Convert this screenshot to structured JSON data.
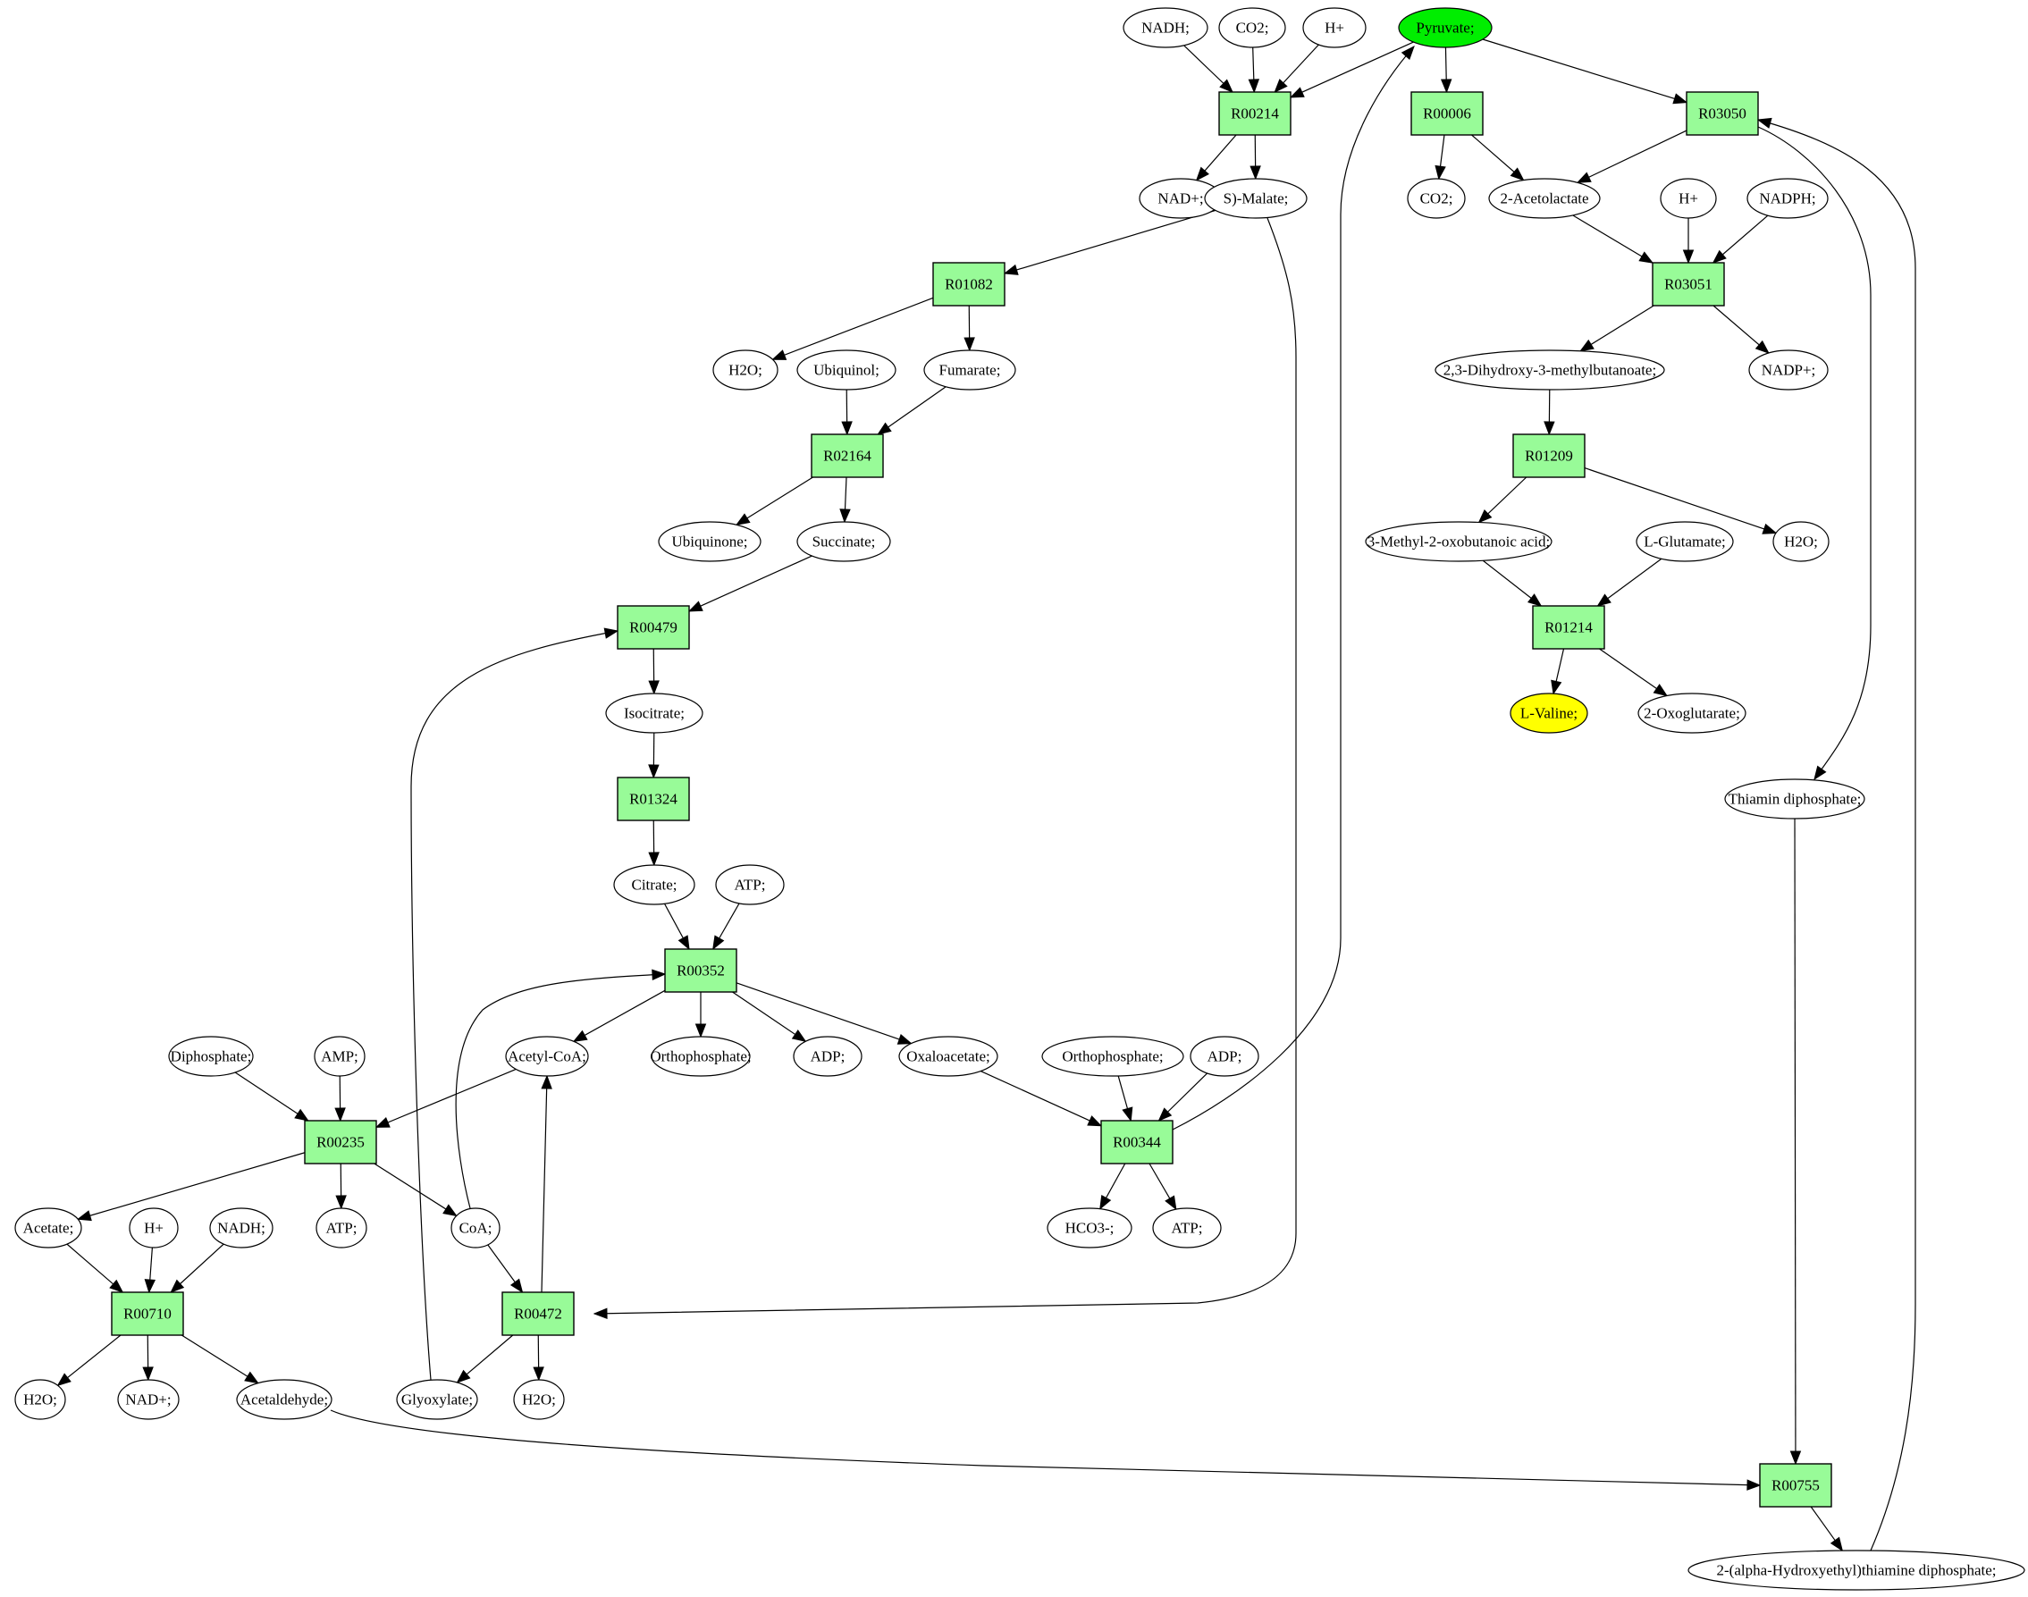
{
  "diagram": {
    "type": "metabolic-pathway-graph",
    "colors": {
      "reaction_fill": "#98fb98",
      "compound_fill": "#ffffff",
      "start_compound_fill": "#00ee00",
      "target_compound_fill": "#ffff00",
      "stroke": "#000000"
    },
    "start_compound": "Pyruvate;",
    "target_compound": "L-Valine;",
    "compounds": [
      {
        "id": "c_nadh1",
        "label": "NADH;"
      },
      {
        "id": "c_co2a",
        "label": "CO2;"
      },
      {
        "id": "c_hp1",
        "label": "H+"
      },
      {
        "id": "c_pyruvate",
        "label": "Pyruvate;",
        "role": "start"
      },
      {
        "id": "c_nadp1",
        "label": "NAD+;"
      },
      {
        "id": "c_malate",
        "label": "S)-Malate;"
      },
      {
        "id": "c_co2b",
        "label": "CO2;"
      },
      {
        "id": "c_acetolactate",
        "label": "2-Acetolactate"
      },
      {
        "id": "c_hp2",
        "label": "H+"
      },
      {
        "id": "c_nadph",
        "label": "NADPH;"
      },
      {
        "id": "c_h2o1",
        "label": "H2O;"
      },
      {
        "id": "c_ubiquinol",
        "label": "Ubiquinol;"
      },
      {
        "id": "c_fumarate",
        "label": "Fumarate;"
      },
      {
        "id": "c_dihydroxy",
        "label": "2,3-Dihydroxy-3-methylbutanoate;"
      },
      {
        "id": "c_nadpplus",
        "label": "NADP+;"
      },
      {
        "id": "c_ubiquinone",
        "label": "Ubiquinone;"
      },
      {
        "id": "c_succinate",
        "label": "Succinate;"
      },
      {
        "id": "c_methyloxo",
        "label": "3-Methyl-2-oxobutanoic acid;"
      },
      {
        "id": "c_glutamate",
        "label": "L-Glutamate;"
      },
      {
        "id": "c_h2o2",
        "label": "H2O;"
      },
      {
        "id": "c_isocitrate",
        "label": "Isocitrate;"
      },
      {
        "id": "c_valine",
        "label": "L-Valine;",
        "role": "target"
      },
      {
        "id": "c_oxoglutarate",
        "label": "2-Oxoglutarate;"
      },
      {
        "id": "c_thiamin",
        "label": "Thiamin diphosphate;"
      },
      {
        "id": "c_citrate",
        "label": "Citrate;"
      },
      {
        "id": "c_atp1",
        "label": "ATP;"
      },
      {
        "id": "c_diphosphate",
        "label": "Diphosphate;"
      },
      {
        "id": "c_amp",
        "label": "AMP;"
      },
      {
        "id": "c_acetylcoa",
        "label": "Acetyl-CoA;"
      },
      {
        "id": "c_ortho1",
        "label": "Orthophosphate;"
      },
      {
        "id": "c_adp1",
        "label": "ADP;"
      },
      {
        "id": "c_oxaloacetate",
        "label": "Oxaloacetate;"
      },
      {
        "id": "c_ortho2",
        "label": "Orthophosphate;"
      },
      {
        "id": "c_adp2",
        "label": "ADP;"
      },
      {
        "id": "c_acetate",
        "label": "Acetate;"
      },
      {
        "id": "c_hp3",
        "label": "H+"
      },
      {
        "id": "c_nadh2",
        "label": "NADH;"
      },
      {
        "id": "c_atp2",
        "label": "ATP;"
      },
      {
        "id": "c_coa",
        "label": "CoA;"
      },
      {
        "id": "c_hco3",
        "label": "HCO3-;"
      },
      {
        "id": "c_atp3",
        "label": "ATP;"
      },
      {
        "id": "c_h2o3",
        "label": "H2O;"
      },
      {
        "id": "c_nadp2",
        "label": "NAD+;"
      },
      {
        "id": "c_acetaldehyde",
        "label": "Acetaldehyde;"
      },
      {
        "id": "c_glyoxylate",
        "label": "Glyoxylate;"
      },
      {
        "id": "c_h2o4",
        "label": "H2O;"
      },
      {
        "id": "c_hethtpp",
        "label": "2-(alpha-Hydroxyethyl)thiamine diphosphate;"
      }
    ],
    "reactions": [
      {
        "id": "R00214",
        "label": "R00214"
      },
      {
        "id": "R00006",
        "label": "R00006"
      },
      {
        "id": "R03050",
        "label": "R03050"
      },
      {
        "id": "R01082",
        "label": "R01082"
      },
      {
        "id": "R03051",
        "label": "R03051"
      },
      {
        "id": "R02164",
        "label": "R02164"
      },
      {
        "id": "R01209",
        "label": "R01209"
      },
      {
        "id": "R00479",
        "label": "R00479"
      },
      {
        "id": "R01214",
        "label": "R01214"
      },
      {
        "id": "R01324",
        "label": "R01324"
      },
      {
        "id": "R00352",
        "label": "R00352"
      },
      {
        "id": "R00235",
        "label": "R00235"
      },
      {
        "id": "R00344",
        "label": "R00344"
      },
      {
        "id": "R00710",
        "label": "R00710"
      },
      {
        "id": "R00472",
        "label": "R00472"
      },
      {
        "id": "R00755",
        "label": "R00755"
      }
    ],
    "edges": [
      [
        "c_nadh1",
        "R00214"
      ],
      [
        "c_co2a",
        "R00214"
      ],
      [
        "c_hp1",
        "R00214"
      ],
      [
        "c_pyruvate",
        "R00214"
      ],
      [
        "R00214",
        "c_nadp1"
      ],
      [
        "R00214",
        "c_malate"
      ],
      [
        "c_pyruvate",
        "R00006"
      ],
      [
        "R00006",
        "c_co2b"
      ],
      [
        "R00006",
        "c_acetolactate"
      ],
      [
        "c_pyruvate",
        "R03050"
      ],
      [
        "R03050",
        "c_acetolactate"
      ],
      [
        "c_hethtpp",
        "R03050"
      ],
      [
        "R03050",
        "c_thiamin"
      ],
      [
        "c_acetolactate",
        "R03051"
      ],
      [
        "c_hp2",
        "R03051"
      ],
      [
        "c_nadph",
        "R03051"
      ],
      [
        "R03051",
        "c_dihydroxy"
      ],
      [
        "R03051",
        "c_nadpplus"
      ],
      [
        "c_malate",
        "R01082"
      ],
      [
        "R01082",
        "c_h2o1"
      ],
      [
        "R01082",
        "c_fumarate"
      ],
      [
        "c_ubiquinol",
        "R02164"
      ],
      [
        "c_fumarate",
        "R02164"
      ],
      [
        "R02164",
        "c_ubiquinone"
      ],
      [
        "R02164",
        "c_succinate"
      ],
      [
        "c_dihydroxy",
        "R01209"
      ],
      [
        "R01209",
        "c_methyloxo"
      ],
      [
        "R01209",
        "c_h2o2"
      ],
      [
        "c_methyloxo",
        "R01214"
      ],
      [
        "c_glutamate",
        "R01214"
      ],
      [
        "R01214",
        "c_valine"
      ],
      [
        "R01214",
        "c_oxoglutarate"
      ],
      [
        "c_succinate",
        "R00479"
      ],
      [
        "c_glyoxylate",
        "R00479"
      ],
      [
        "R00479",
        "c_isocitrate"
      ],
      [
        "c_isocitrate",
        "R01324"
      ],
      [
        "R01324",
        "c_citrate"
      ],
      [
        "c_citrate",
        "R00352"
      ],
      [
        "c_atp1",
        "R00352"
      ],
      [
        "c_coa",
        "R00352"
      ],
      [
        "R00352",
        "c_acetylcoa"
      ],
      [
        "R00352",
        "c_ortho1"
      ],
      [
        "R00352",
        "c_adp1"
      ],
      [
        "R00352",
        "c_oxaloacetate"
      ],
      [
        "c_diphosphate",
        "R00235"
      ],
      [
        "c_amp",
        "R00235"
      ],
      [
        "c_acetylcoa",
        "R00235"
      ],
      [
        "R00235",
        "c_acetate"
      ],
      [
        "R00235",
        "c_atp2"
      ],
      [
        "R00235",
        "c_coa"
      ],
      [
        "c_oxaloacetate",
        "R00344"
      ],
      [
        "c_ortho2",
        "R00344"
      ],
      [
        "c_adp2",
        "R00344"
      ],
      [
        "R00344",
        "c_pyruvate"
      ],
      [
        "R00344",
        "c_hco3"
      ],
      [
        "R00344",
        "c_atp3"
      ],
      [
        "c_acetate",
        "R00710"
      ],
      [
        "c_hp3",
        "R00710"
      ],
      [
        "c_nadh2",
        "R00710"
      ],
      [
        "R00710",
        "c_h2o3"
      ],
      [
        "R00710",
        "c_nadp2"
      ],
      [
        "R00710",
        "c_acetaldehyde"
      ],
      [
        "c_coa",
        "R00472"
      ],
      [
        "c_malate",
        "R00472"
      ],
      [
        "R00472",
        "c_acetylcoa"
      ],
      [
        "R00472",
        "c_glyoxylate"
      ],
      [
        "R00472",
        "c_h2o4"
      ],
      [
        "c_acetaldehyde",
        "R00755"
      ],
      [
        "c_thiamin",
        "R00755"
      ],
      [
        "R00755",
        "c_hethtpp"
      ]
    ]
  }
}
